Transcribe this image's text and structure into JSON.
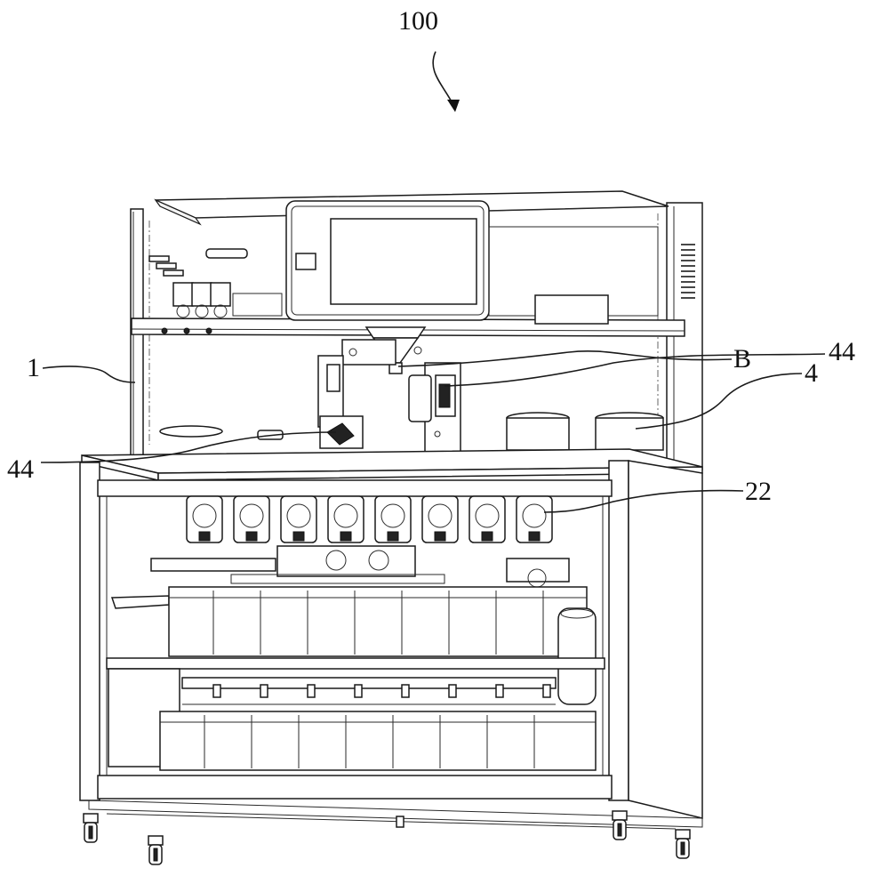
{
  "figure": {
    "labels": {
      "main": "100",
      "frame": "1",
      "detail_b": "B",
      "part_44_right": "44",
      "part_4": "4",
      "part_44_left": "44",
      "part_22": "22"
    }
  }
}
